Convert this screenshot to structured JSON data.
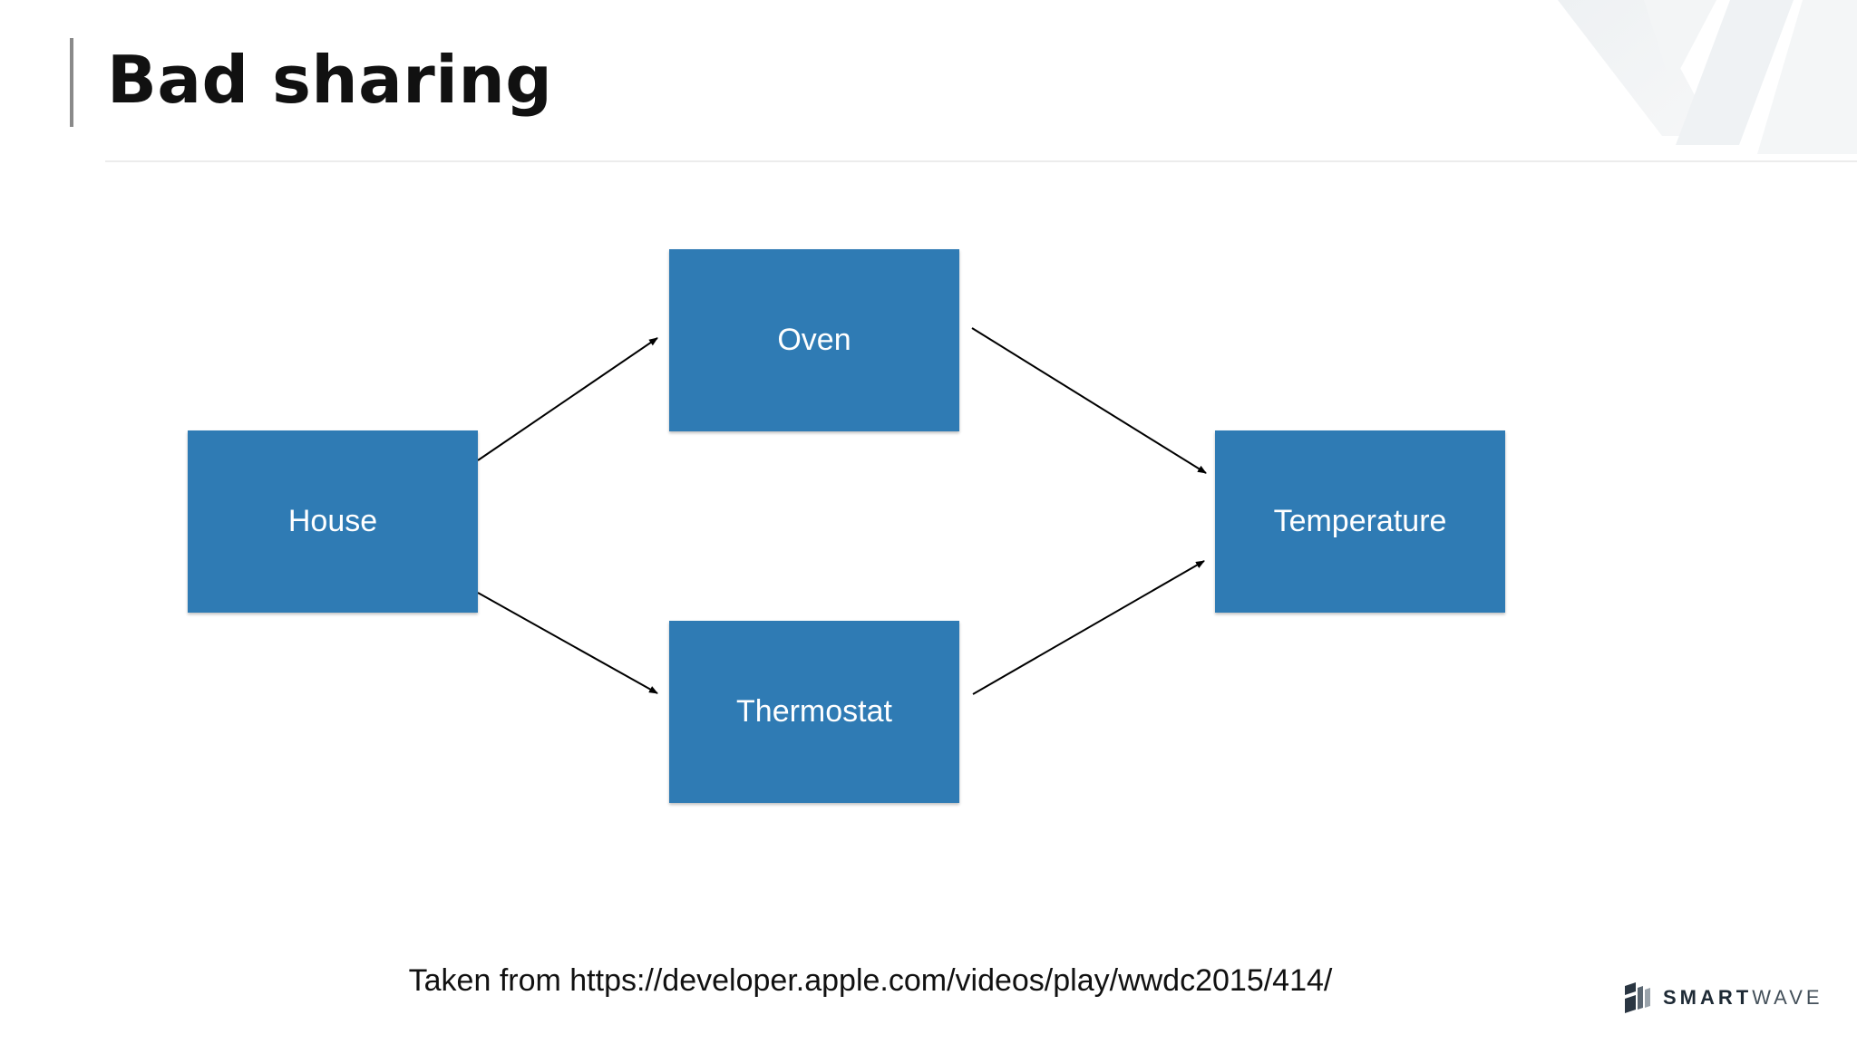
{
  "slide": {
    "title": "Bad sharing",
    "source_note": "Taken from https://developer.apple.com/videos/play/wwdc2015/414/"
  },
  "diagram": {
    "nodes": [
      {
        "id": "house",
        "label": "House"
      },
      {
        "id": "oven",
        "label": "Oven"
      },
      {
        "id": "thermostat",
        "label": "Thermostat"
      },
      {
        "id": "temperature",
        "label": "Temperature"
      }
    ],
    "edges": [
      {
        "from": "house",
        "to": "oven"
      },
      {
        "from": "house",
        "to": "thermostat"
      },
      {
        "from": "oven",
        "to": "temperature"
      },
      {
        "from": "thermostat",
        "to": "temperature"
      }
    ]
  },
  "logo": {
    "text_strong": "SMART",
    "text_light": "WAVE"
  },
  "colors": {
    "node_fill": "#2f7bb4",
    "node_text": "#ffffff",
    "arrow": "#000000",
    "title": "#111111",
    "accent_bar": "#8a8a8a"
  },
  "icons": [
    "smartwave-logo-icon",
    "decorative-chevron-shape"
  ]
}
